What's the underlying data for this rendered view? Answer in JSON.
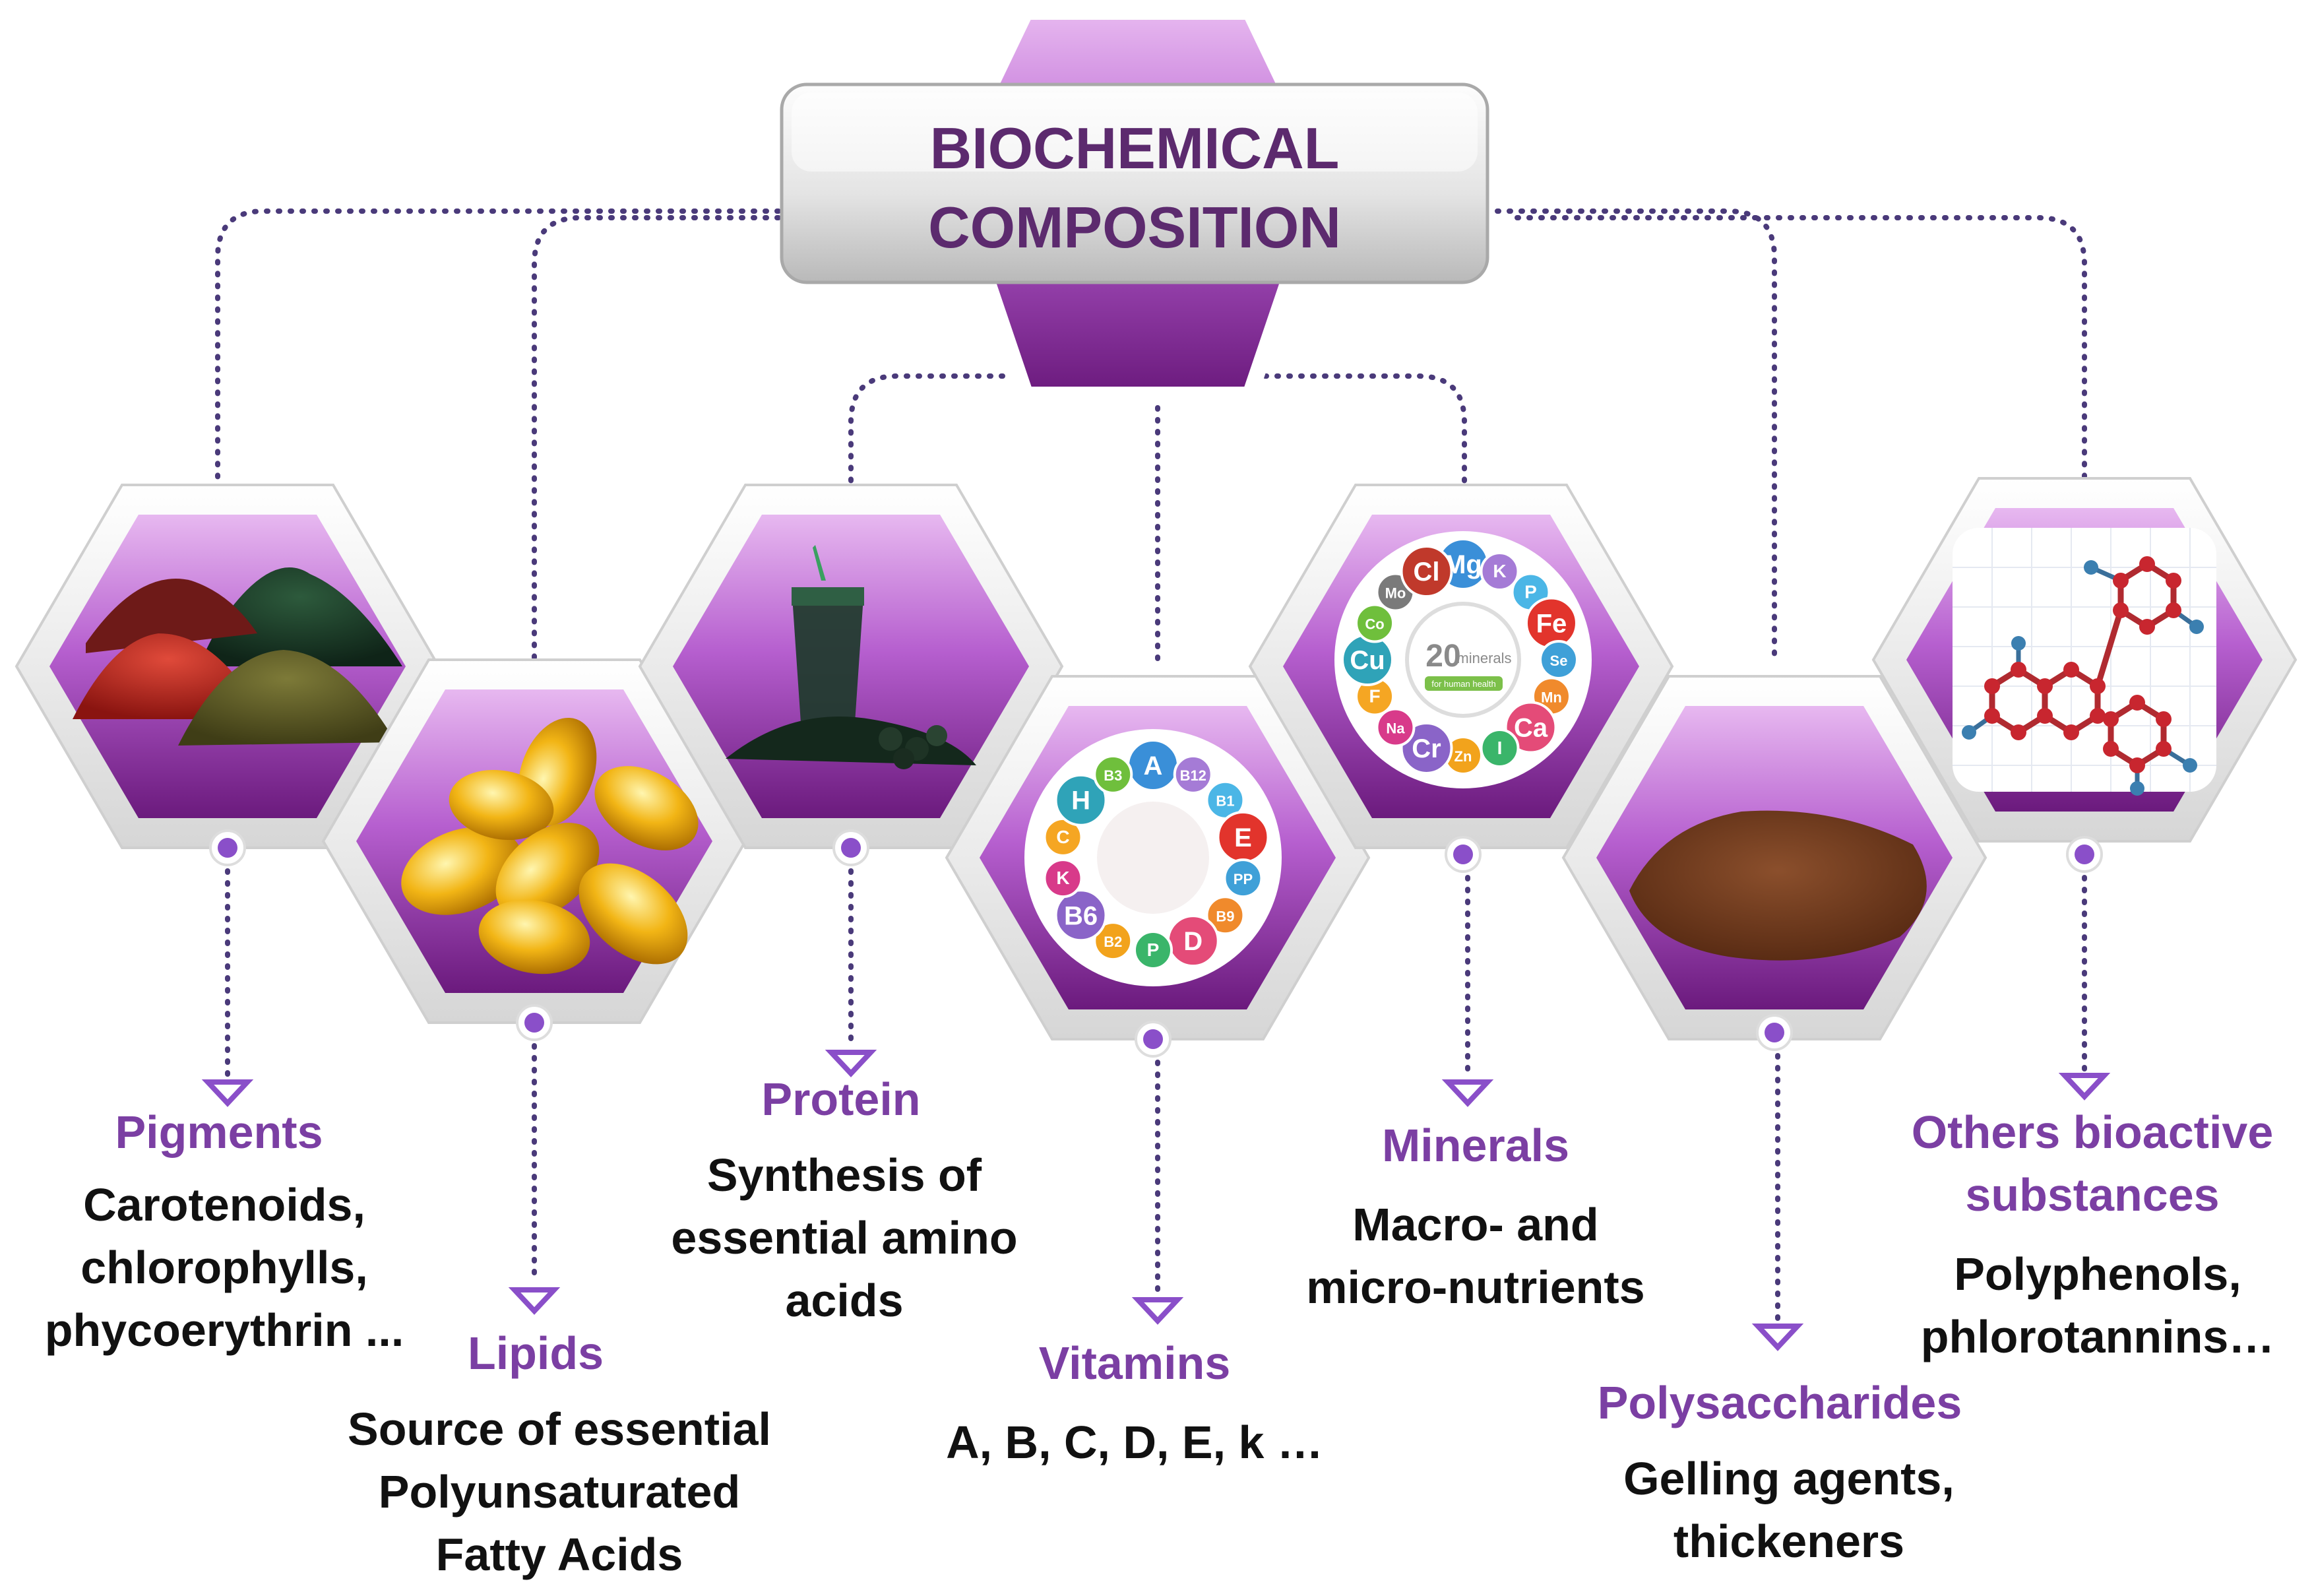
{
  "header": {
    "title_line1": "BIOCHEMICAL",
    "title_line2": "COMPOSITION"
  },
  "colors": {
    "purple_dark": "#7a1f8c",
    "purple_light": "#d9a6e6",
    "title_text": "#5c2a6e",
    "category_text": "#7b3fa3",
    "connector": "#4a3a7a"
  },
  "categories": [
    {
      "title": "Pigments",
      "description": [
        "Carotenoids,",
        "chlorophylls,",
        "phycoerythrin ..."
      ],
      "icon": "pigment-powders-icon"
    },
    {
      "title": "Lipids",
      "description": [
        "Source of essential",
        "Polyunsaturated",
        "Fatty Acids"
      ],
      "icon": "oil-capsules-icon"
    },
    {
      "title": "Protein",
      "description": [
        "Synthesis of",
        "essential amino",
        "acids"
      ],
      "icon": "spirulina-drink-icon"
    },
    {
      "title": "Vitamins",
      "description": [
        "A, B, C, D, E, k …"
      ],
      "icon": "vitamin-wheel-icon",
      "badges": [
        "A",
        "B12",
        "B1",
        "E",
        "PP",
        "B9",
        "D",
        "P",
        "B2",
        "B6",
        "K",
        "C",
        "H",
        "B3"
      ]
    },
    {
      "title": "Minerals",
      "description": [
        "Macro- and",
        "micro-nutrients"
      ],
      "icon": "mineral-wheel-icon",
      "wheel_number": "20",
      "wheel_word": "minerals",
      "wheel_caption": "for human health",
      "badges": [
        "Mg",
        "K",
        "P",
        "Fe",
        "Se",
        "Mn",
        "Ca",
        "I",
        "Zn",
        "Cr",
        "Na",
        "F",
        "Cu",
        "Co",
        "Mo",
        "Cl"
      ]
    },
    {
      "title": "Polysaccharides",
      "description": [
        "Gelling agents,",
        "thickeners"
      ],
      "icon": "brown-powder-icon"
    },
    {
      "title": "Others bioactive",
      "title_line2": "substances",
      "description": [
        "Polyphenols,",
        "phlorotannins…"
      ],
      "icon": "molecule-structure-icon"
    }
  ]
}
